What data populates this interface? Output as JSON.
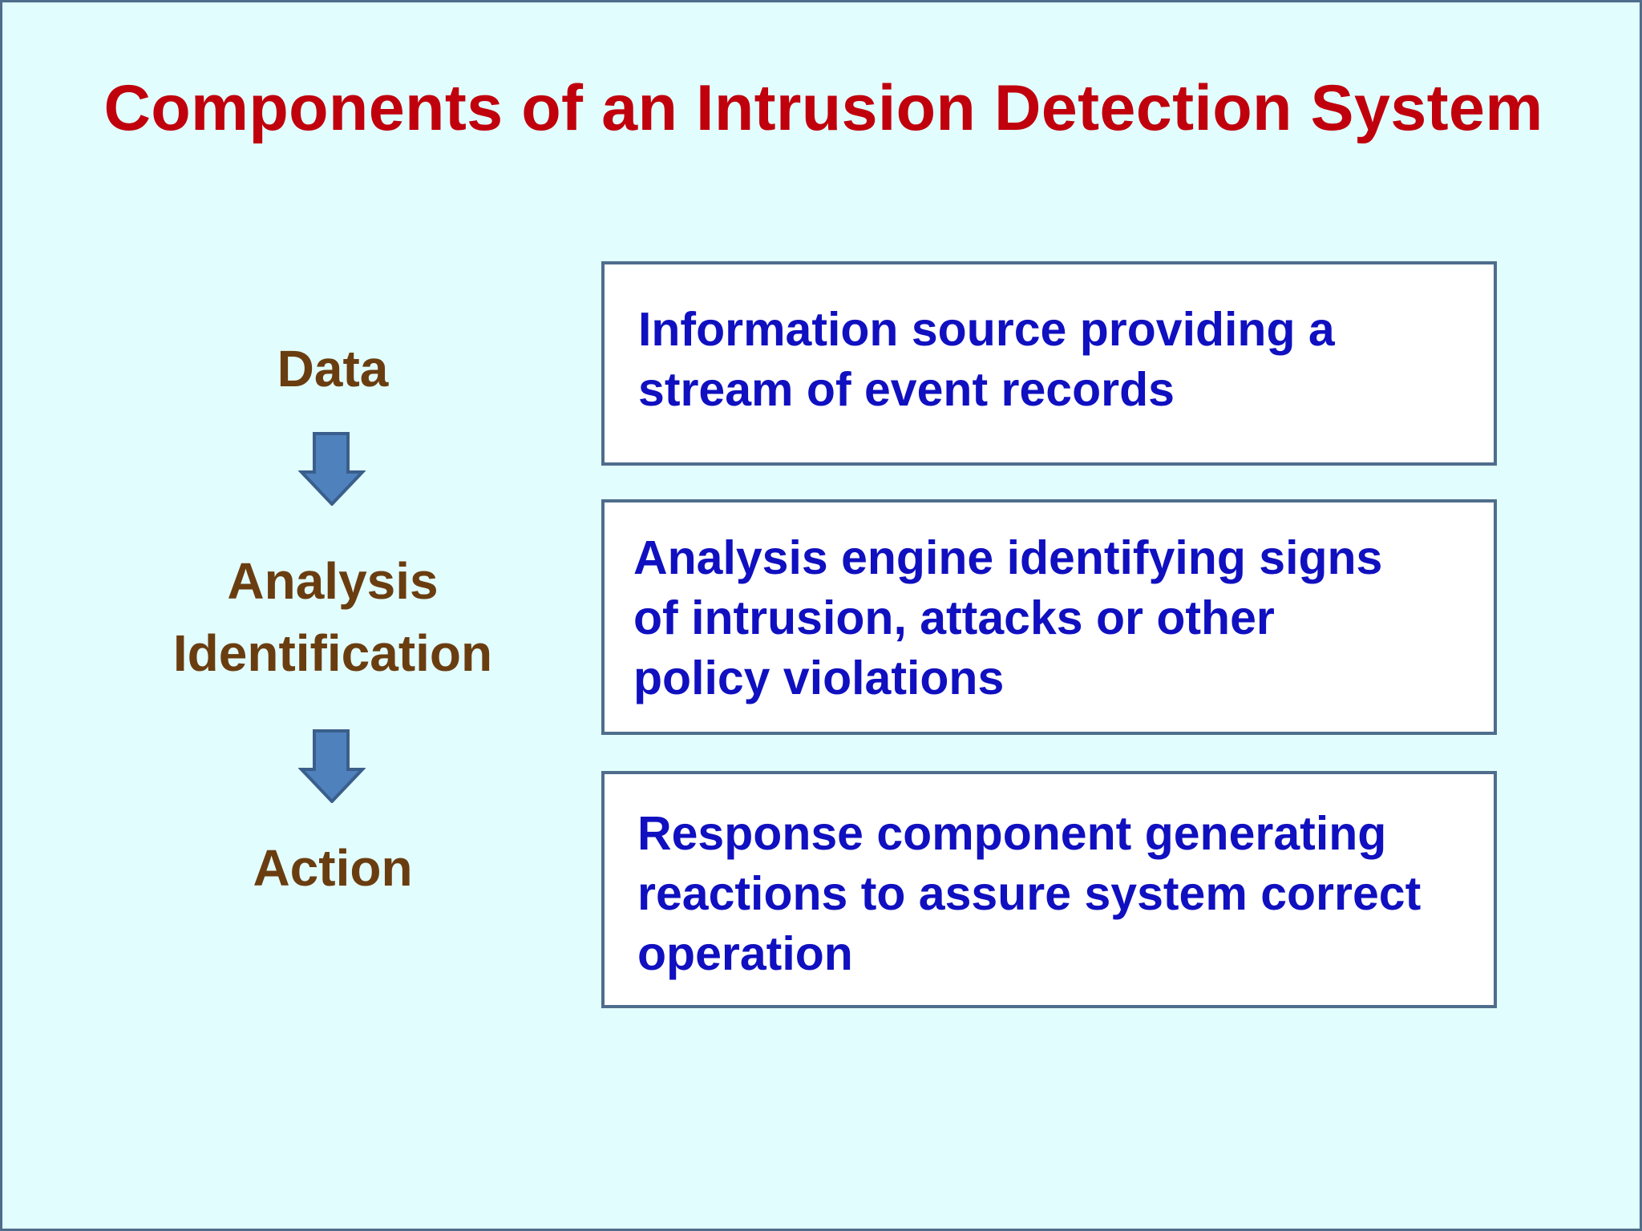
{
  "title": "Components of an Intrusion Detection System",
  "colors": {
    "background": "#e2fdfd",
    "border": "#4f6d8c",
    "title": "#c0000c",
    "stage_label": "#6a3d10",
    "box_text": "#1010c0",
    "arrow_fill": "#4f81bd",
    "arrow_stroke": "#3a5f8c"
  },
  "stages": [
    {
      "lines": [
        "Data"
      ]
    },
    {
      "lines": [
        "Analysis",
        "Identification"
      ]
    },
    {
      "lines": [
        "Action"
      ]
    }
  ],
  "arrows": [
    {
      "icon": "arrow-down-icon"
    },
    {
      "icon": "arrow-down-icon"
    }
  ],
  "boxes": [
    {
      "lines": [
        "Information source providing a",
        "stream of event records"
      ]
    },
    {
      "lines": [
        "Analysis engine identifying signs",
        "of intrusion, attacks or other",
        "policy violations"
      ]
    },
    {
      "lines": [
        "Response component generating",
        "reactions to assure system correct",
        "operation"
      ]
    }
  ]
}
